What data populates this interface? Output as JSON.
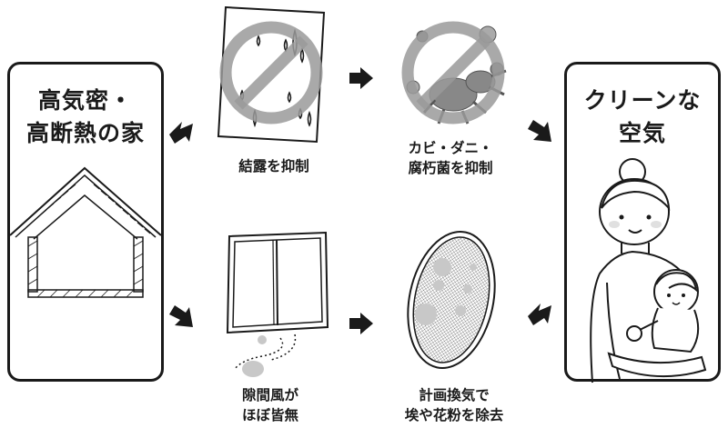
{
  "left_box": {
    "title_line1": "高気密・",
    "title_line2": "高断熱の家"
  },
  "right_box": {
    "title_line1": "クリーンな",
    "title_line2": "空気"
  },
  "top_row": {
    "step1_caption": "結露を抑制",
    "step2_caption_line1": "カビ・ダニ・",
    "step2_caption_line2": "腐朽菌を抑制"
  },
  "bottom_row": {
    "step1_caption_line1": "隙間風が",
    "step1_caption_line2": "ほぼ皆無",
    "step2_caption_line1": "計画換気で",
    "step2_caption_line2": "埃や花粉を除去"
  },
  "colors": {
    "ink": "#1a1a1a",
    "prohibit": "#9a9a9a",
    "pollen": "#c8c8c8",
    "skin_blush": "#e0e0e0"
  },
  "icons": [
    "house-cross-section-icon",
    "condensation-window-icon",
    "mold-mite-icon",
    "prohibited-sign-icon",
    "window-frame-icon",
    "air-filter-icon",
    "mother-and-baby-icon",
    "right-arrow-icon"
  ]
}
